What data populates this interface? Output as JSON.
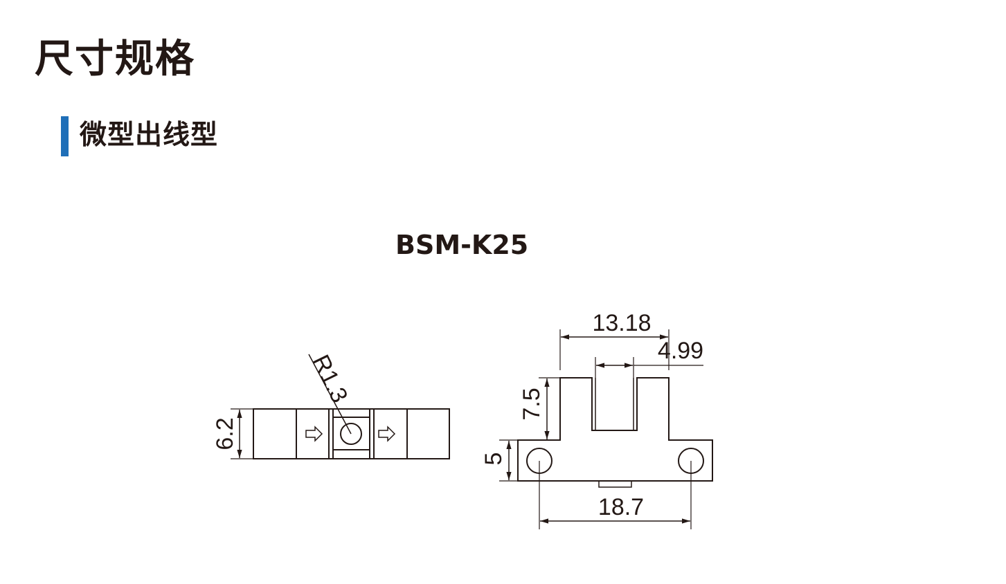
{
  "header": {
    "title": "尺寸规格"
  },
  "section": {
    "title": "微型出线型",
    "accent_color": "#1f6fb8"
  },
  "model": {
    "name": "BSM-K25"
  },
  "dimensions": {
    "radius": "R1.3",
    "height_side": "6.2",
    "slot_width": "13.18",
    "gap_width": "4.99",
    "slot_depth": "7.5",
    "base_height": "5",
    "hole_pitch": "18.7"
  },
  "icons": {
    "arrow": "right-arrow-icon"
  }
}
